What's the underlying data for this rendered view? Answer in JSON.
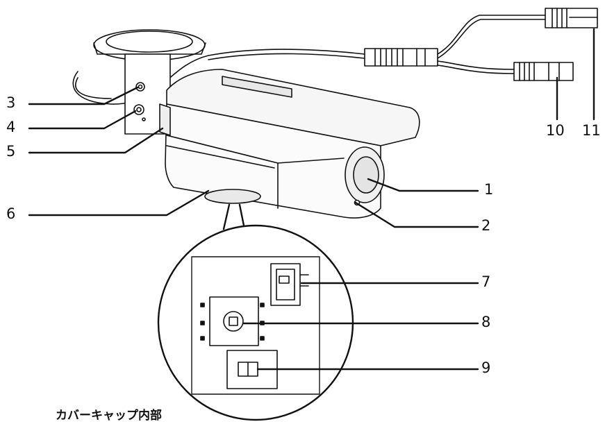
{
  "callouts": {
    "n1": "1",
    "n2": "2",
    "n3": "3",
    "n4": "4",
    "n5": "5",
    "n6": "6",
    "n7": "7",
    "n8": "8",
    "n9": "9",
    "n10": "10",
    "n11": "11"
  },
  "caption": "カバーキャップ内部",
  "colors": {
    "line": "#111111",
    "camera_fill": "#f4f4f4",
    "camera_shade": "#dcdcdc"
  }
}
